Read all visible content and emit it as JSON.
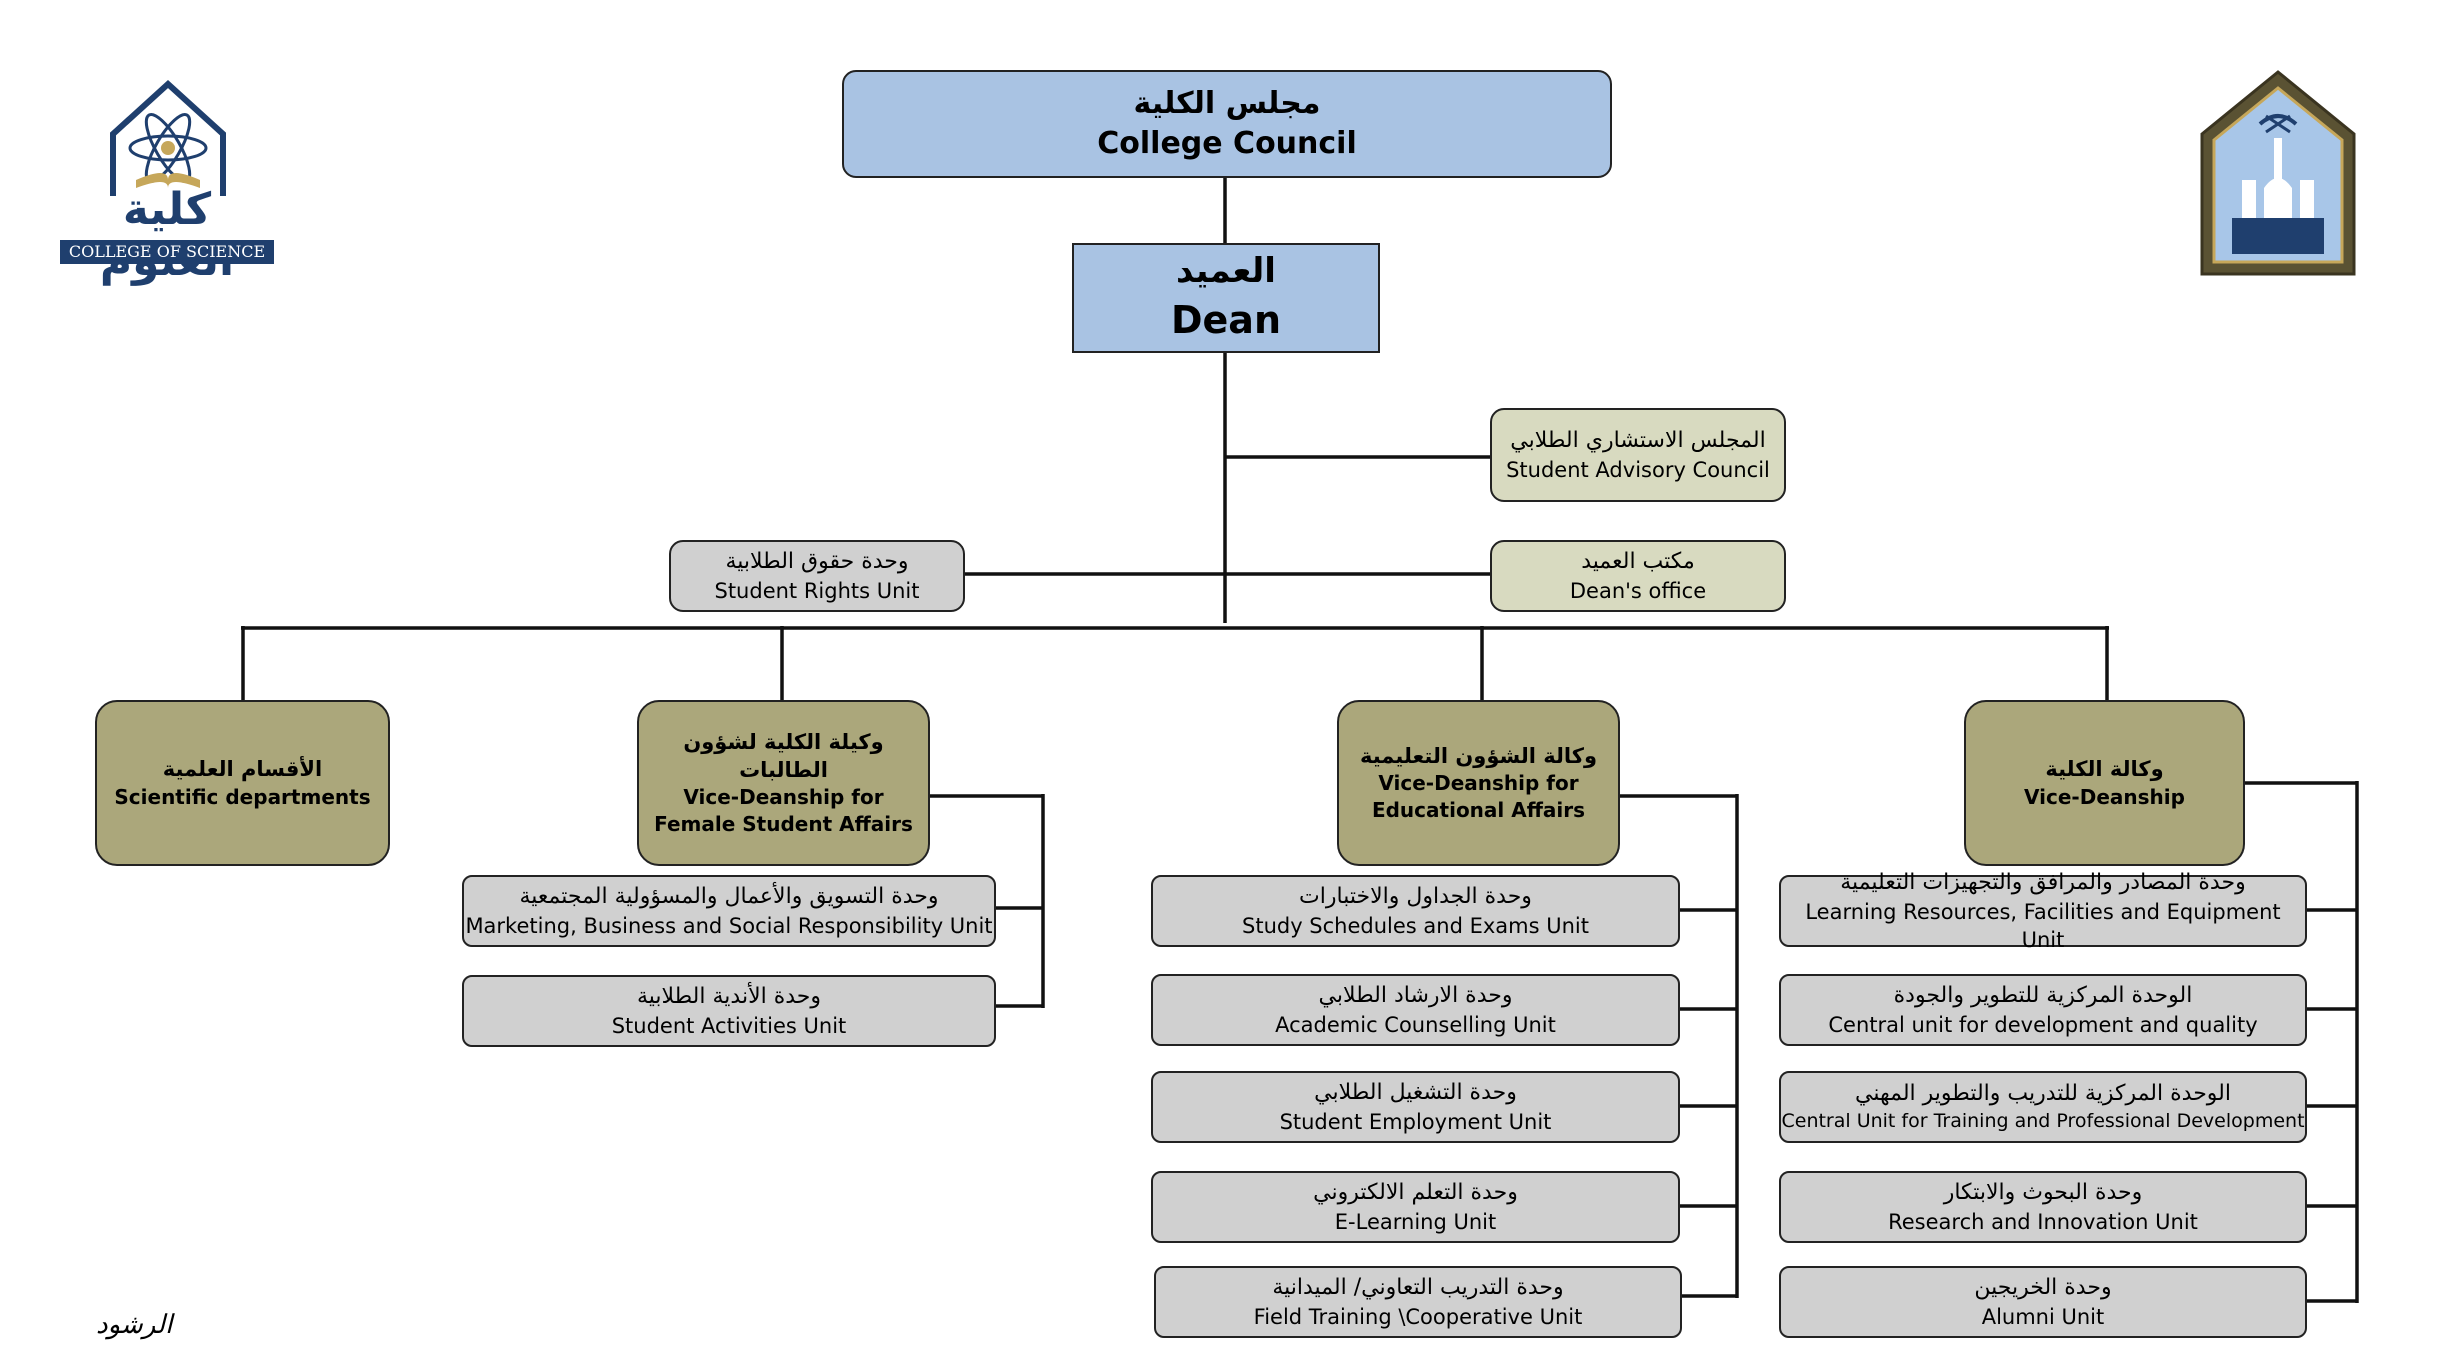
{
  "college_council": {
    "ar": "مجلس الكلية",
    "en": "College Council"
  },
  "dean": {
    "ar": "العميد",
    "en": "Dean"
  },
  "advisory_council": {
    "ar": "المجلس الاستشاري الطلابي",
    "en": "Student Advisory Council"
  },
  "deans_office": {
    "ar": "مكتب العميد",
    "en": "Dean's office"
  },
  "rights_unit": {
    "ar": "وحدة حقوق الطلابية",
    "en": "Student Rights Unit"
  },
  "departments": {
    "ar": "الأقسام العلمية",
    "en": "Scientific departments"
  },
  "female_affairs": {
    "ar": "وكيلة الكلية لشؤون الطالبات",
    "en1": "Vice-Deanship for",
    "en2": "Female Student Affairs"
  },
  "educational_affairs": {
    "ar": "وكالة الشؤون التعليمية",
    "en1": "Vice-Deanship for",
    "en2": "Educational Affairs"
  },
  "vice_deanship": {
    "ar": "وكالة الكلية",
    "en": "Vice-Deanship"
  },
  "female_units": [
    {
      "ar": "وحدة التسويق والأعمال والمسؤولية المجتمعية",
      "en": "Marketing, Business and Social Responsibility Unit"
    },
    {
      "ar": "وحدة الأندية الطلابية",
      "en": "Student Activities Unit"
    }
  ],
  "educational_units": [
    {
      "ar": "وحدة الجداول والاختبارات",
      "en": "Study Schedules  and Exams Unit"
    },
    {
      "ar": "وحدة الارشاد الطلابي",
      "en": "Academic Counselling Unit"
    },
    {
      "ar": "وحدة التشغيل الطلابي",
      "en": "Student Employment Unit"
    },
    {
      "ar": "وحدة التعلم الالكتروني",
      "en": "E-Learning Unit"
    },
    {
      "ar": "وحدة التدريب التعاوني/ الميدانية",
      "en": "Field Training \\Cooperative Unit"
    }
  ],
  "vice_units": [
    {
      "ar": "وحدة المصادر والمرافق والتجهيزات التعليمية",
      "en": "Learning Resources, Facilities and Equipment Unit"
    },
    {
      "ar": "الوحدة المركزية للتطوير والجودة",
      "en": "Central unit for development and quality"
    },
    {
      "ar": "الوحدة المركزية للتدريب والتطوير المهني",
      "en": "Central Unit for Training and Professional Development"
    },
    {
      "ar": "وحدة البحوث والابتكار",
      "en": "Research and Innovation Unit"
    },
    {
      "ar": "وحدة الخريجين",
      "en": "Alumni Unit"
    }
  ],
  "logo_left": {
    "ar": "كلية العلوم",
    "en": "COLLEGE OF SCIENCE"
  },
  "signature": "الرشود",
  "colors": {
    "blue": "#a9c3e3",
    "olive": "#aba77b",
    "pale": "#d8dac0",
    "grey": "#d0d0d0",
    "navy": "#1f3f6e",
    "gold": "#c6a75a"
  }
}
